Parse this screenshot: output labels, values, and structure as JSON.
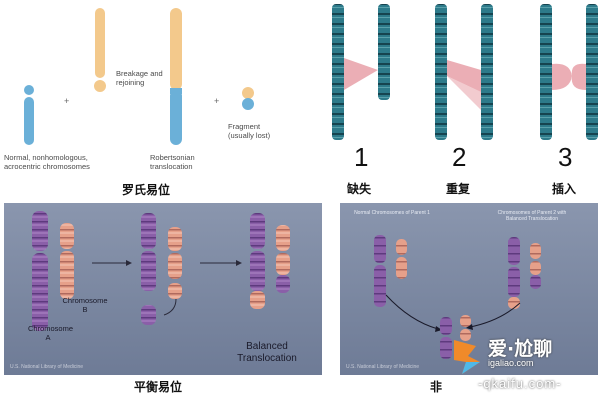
{
  "robertsonian": {
    "label_normal": "Normal, nonhomologous, acrocentric chromosomes",
    "label_breakage": "Breakage and rejoining",
    "label_translocation": "Robertsonian translocation",
    "label_fragment": "Fragment (usually lost)",
    "plus1": "+",
    "plus2": "+",
    "caption": "罗氏易位"
  },
  "mutations": {
    "items": [
      {
        "number": "1",
        "label": "缺失"
      },
      {
        "number": "2",
        "label": "重复"
      },
      {
        "number": "3",
        "label": "插入"
      }
    ]
  },
  "balanced": {
    "label_chrom_b": "Chromosome B",
    "label_chrom_a": "Chromosome A",
    "label_result": "Balanced Translocation",
    "credit": "U.S. National Library of Medicine",
    "caption": "平衡易位"
  },
  "unbalanced": {
    "label_parent1": "Normal Chromosomes of Parent 1",
    "label_parent2": "Chromosomes of Parent 2 with Balanced Translocation",
    "credit": "U.S. National Library of Medicine",
    "caption": "非"
  },
  "watermark": {
    "text": "爱·尬聊",
    "url": "-qkaifu.com-",
    "url2": "igaliao.com"
  },
  "colors": {
    "blue": "#6bb0d8",
    "orange": "#f3c98c",
    "teal": "#2d7a8a",
    "pink": "#e8a0a8",
    "purple": "#8a5fa8",
    "salmon": "#e6a08a",
    "panel_bg": "#7d8aa4"
  }
}
